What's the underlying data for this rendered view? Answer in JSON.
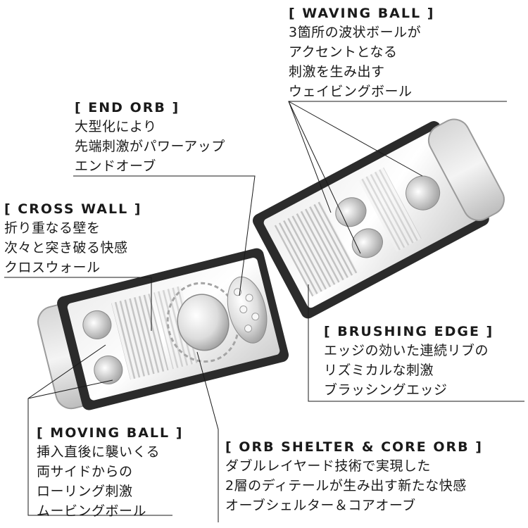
{
  "callouts": {
    "waving_ball": {
      "title": "[ WAVING BALL ]",
      "lines": [
        "3箇所の波状ボールが",
        "アクセントとなる",
        "刺激を生み出す",
        "ウェイビングボール"
      ]
    },
    "end_orb": {
      "title": "[ END ORB ]",
      "lines": [
        "大型化により",
        "先端刺激がパワーアップ",
        "エンドオーブ"
      ]
    },
    "cross_wall": {
      "title": "[ CROSS WALL ]",
      "lines": [
        "折り重なる壁を",
        "次々と突き破る快感",
        "クロスウォール"
      ]
    },
    "brushing_edge": {
      "title": "[ BRUSHING EDGE ]",
      "lines": [
        "エッジの効いた連続リブの",
        "リズミカルな刺激",
        "ブラッシングエッジ"
      ]
    },
    "moving_ball": {
      "title": "[ MOVING BALL ]",
      "lines": [
        "挿入直後に襲いくる",
        "両サイドからの",
        "ローリング刺激",
        "ムービングボール"
      ]
    },
    "orb_shelter": {
      "title": "[ ORB SHELTER & CORE ORB ]",
      "lines": [
        "ダブルレイヤード技術で実現した",
        "2層のディテールが生み出す新たな快感",
        "オーブシェルター＆コアオーブ"
      ]
    }
  }
}
